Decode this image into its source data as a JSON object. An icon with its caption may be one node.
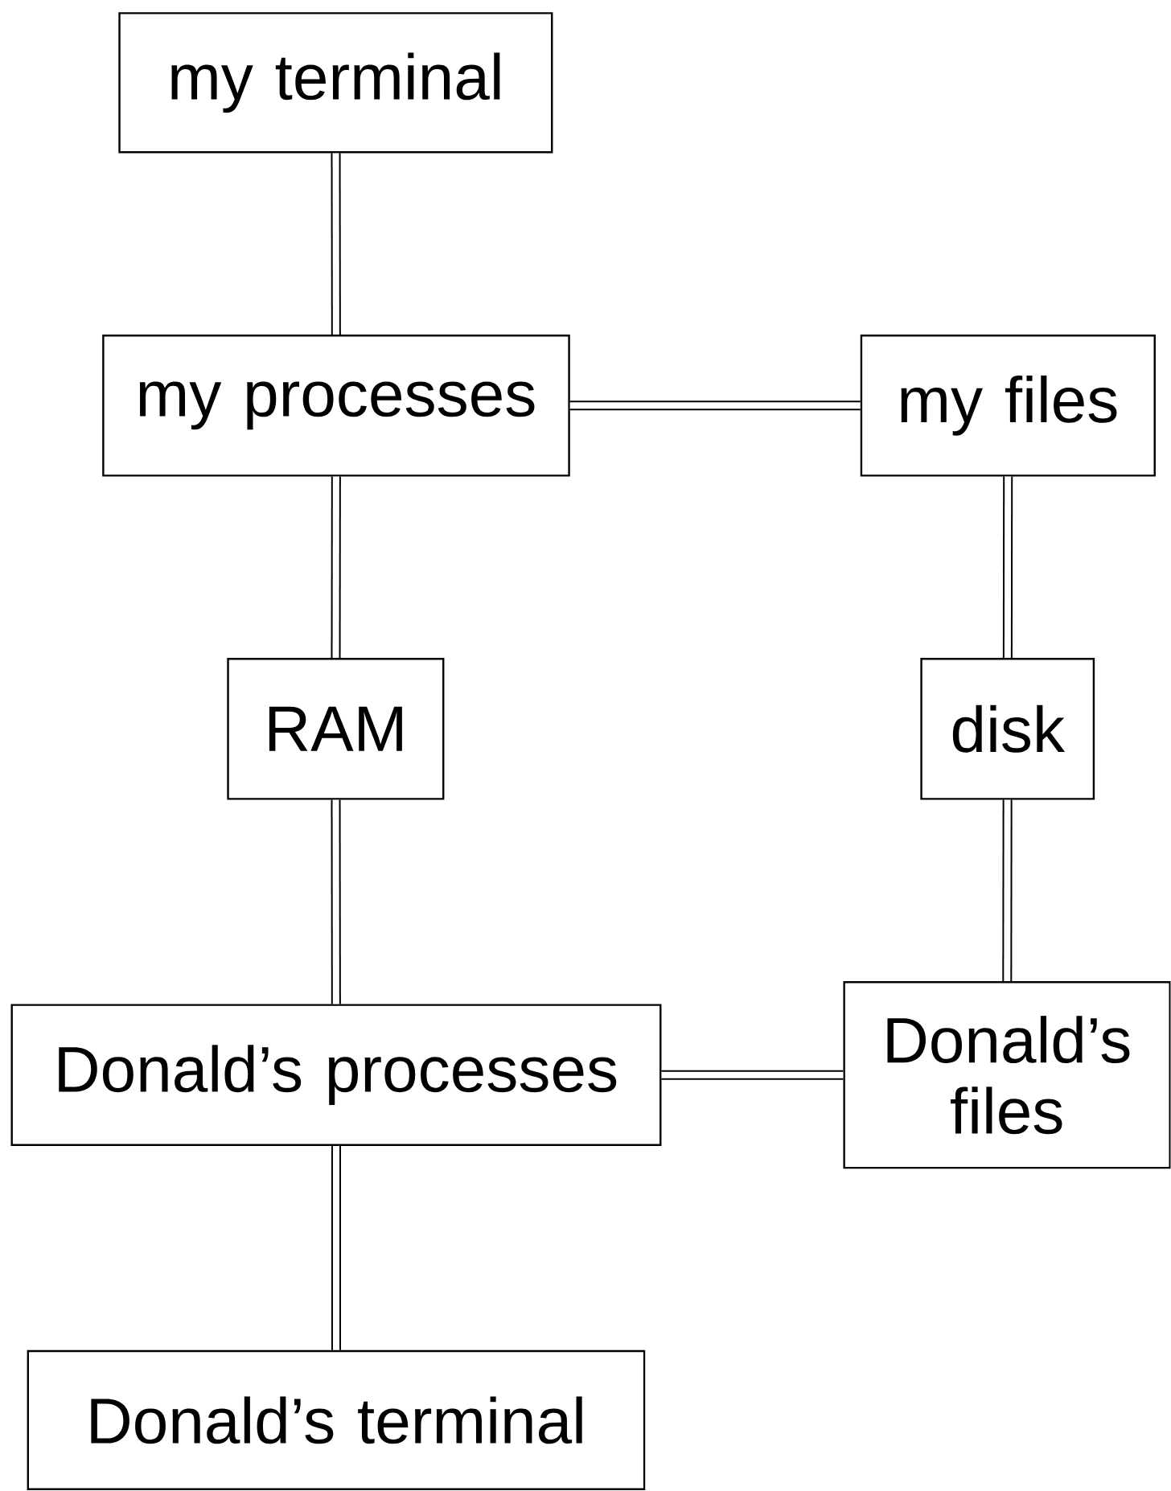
{
  "diagram": {
    "nodes": [
      {
        "text": [
          "my terminal"
        ]
      },
      {
        "text": [
          "my processes"
        ]
      },
      {
        "text": [
          "my files"
        ]
      },
      {
        "text": [
          "RAM"
        ]
      },
      {
        "text": [
          "disk"
        ]
      },
      {
        "text": [
          "Donald’s processes"
        ]
      },
      {
        "text": [
          "Donald’s files"
        ]
      },
      {
        "text": [
          "Donald’s terminal"
        ]
      }
    ],
    "edges": [
      {
        "from": 0,
        "to": 1,
        "arrow": "none"
      },
      {
        "from": 1,
        "to": 2,
        "arrow": "none"
      },
      {
        "from": 1,
        "to": 3,
        "arrow": "none"
      },
      {
        "from": 2,
        "to": 4,
        "arrow": "none"
      },
      {
        "from": 3,
        "to": 5,
        "arrow": "none"
      },
      {
        "from": 4,
        "to": 6,
        "arrow": "none"
      },
      {
        "from": 5,
        "to": 6,
        "arrow": "none"
      },
      {
        "from": 5,
        "to": 7,
        "arrow": "none"
      }
    ]
  }
}
